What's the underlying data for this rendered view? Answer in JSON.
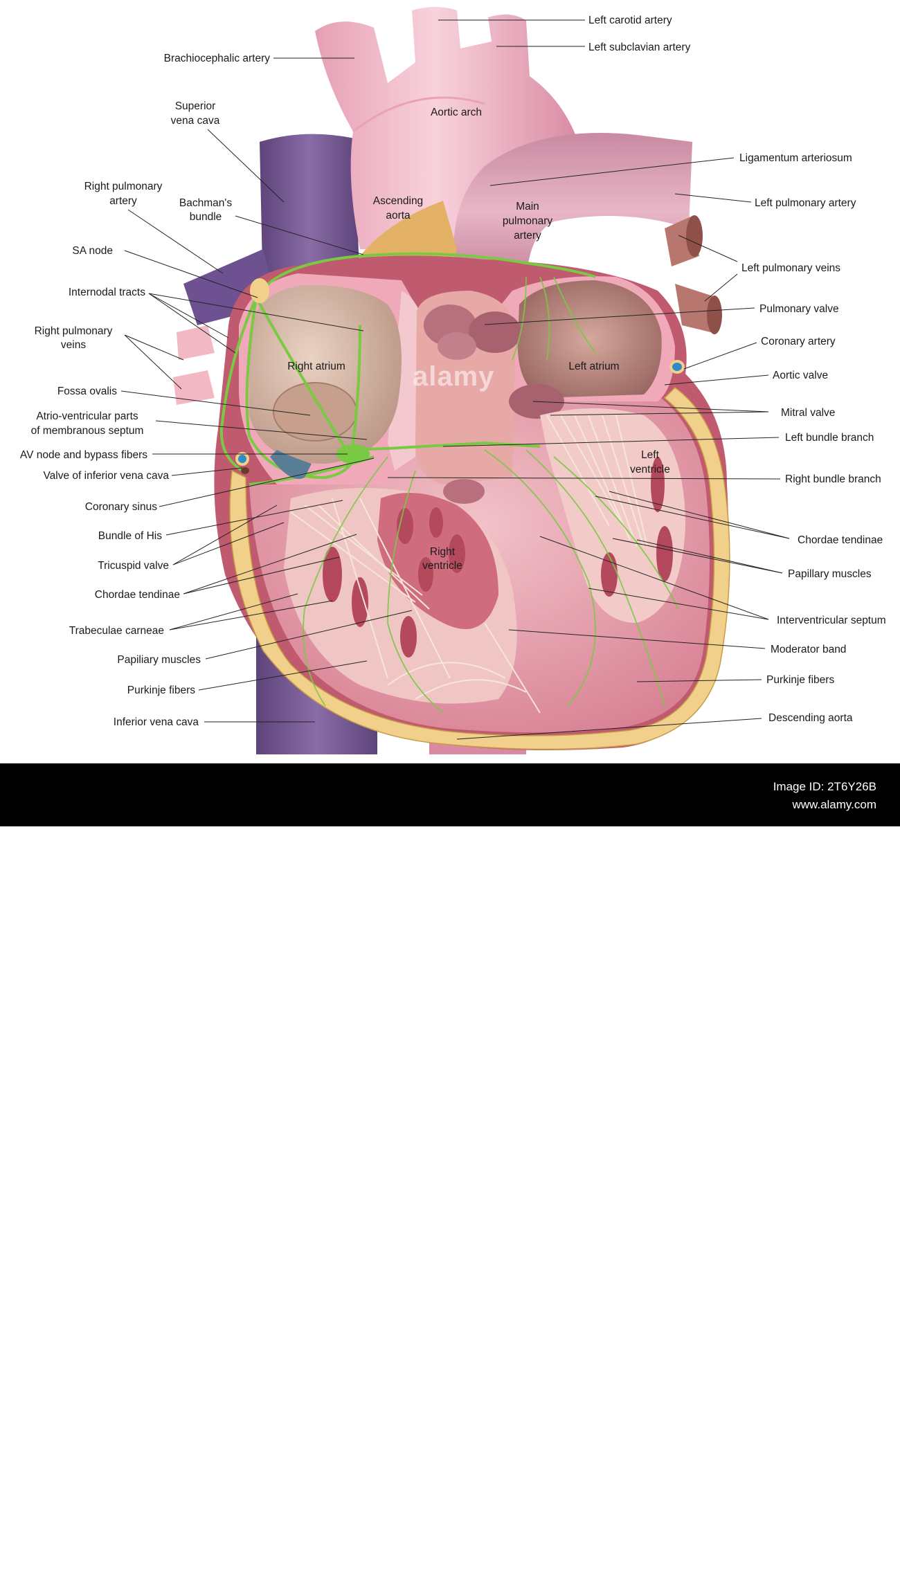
{
  "labels": {
    "left_carotid": "Left carotid artery",
    "left_subclavian": "Left subclavian artery",
    "brachiocephalic": "Brachiocephalic artery",
    "aortic_arch": "Aortic arch",
    "svc_1": "Superior",
    "svc_2": "vena cava",
    "ligamentum": "Ligamentum arteriosum",
    "rpa_1": "Right pulmonary",
    "rpa_2": "artery",
    "bachman_1": "Bachman's",
    "bachman_2": "bundle",
    "asc_aorta_1": "Ascending",
    "asc_aorta_2": "aorta",
    "main_pa_1": "Main",
    "main_pa_2": "pulmonary",
    "main_pa_3": "artery",
    "lpa": "Left pulmonary artery",
    "sa_node": "SA node",
    "lpv": "Left pulmonary veins",
    "internodal": "Internodal tracts",
    "pulm_valve": "Pulmonary valve",
    "rpv_1": "Right pulmonary",
    "rpv_2": "veins",
    "coronary_artery": "Coronary artery",
    "right_atrium": "Right atrium",
    "left_atrium": "Left atrium",
    "aortic_valve": "Aortic valve",
    "fossa": "Fossa ovalis",
    "mitral": "Mitral valve",
    "avparts_1": "Atrio-ventricular parts",
    "avparts_2": "of membranous septum",
    "lbb": "Left bundle branch",
    "avnode": "AV node and bypass fibers",
    "lv_1": "Left",
    "lv_2": "ventricle",
    "valve_ivc": "Valve of inferior vena cava",
    "rbb": "Right bundle branch",
    "coronary_sinus": "Coronary sinus",
    "chordae_r": "Chordae tendinae",
    "bundle_his": "Bundle of His",
    "papillary_r": "Papillary muscles",
    "rv_1": "Right",
    "rv_2": "ventricle",
    "tricuspid": "Tricuspid valve",
    "chordae_l": "Chordae tendinae",
    "ivs": "Interventricular septum",
    "trabeculae": "Trabeculae carneae",
    "moderator": "Moderator band",
    "papillary_l": "Papiliary muscles",
    "purkinje_r": "Purkinje fibers",
    "purkinje_l": "Purkinje fibers",
    "desc_aorta": "Descending aorta",
    "ivc": "Inferior vena cava"
  },
  "watermark": "alamy",
  "footer": {
    "logo": "alamy",
    "image_id": "Image ID: 2T6Y26B",
    "site": "www.alamy.com"
  },
  "colors": {
    "aorta": "#f1b8c6",
    "vena_cava": "#7a5c96",
    "myocardium": "#e79aa9",
    "conduction": "#7ac943",
    "fat": "#e9c27a"
  }
}
